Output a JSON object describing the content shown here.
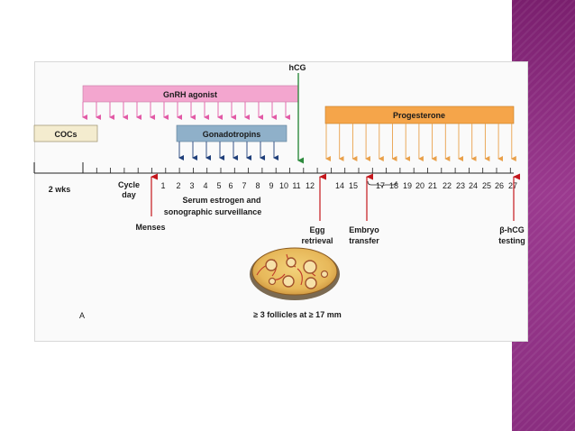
{
  "slide": {
    "accent_color": "#8a2e80"
  },
  "figure": {
    "bars": {
      "gnrh": "GnRH agonist",
      "cocs": "COCs",
      "gonadotropins": "Gonadotropins",
      "progesterone": "Progesterone"
    },
    "hcg_label": "hCG",
    "cocs_duration": "2 wks",
    "cycle_day_label": [
      "Cycle",
      "day"
    ],
    "days": [
      "1",
      "2",
      "3",
      "4",
      "5",
      "6",
      "7",
      "8",
      "9",
      "10",
      "11",
      "12",
      "14",
      "15",
      "17",
      "18",
      "19",
      "20",
      "21",
      "22",
      "23",
      "24",
      "25",
      "26",
      "27"
    ],
    "annotations": {
      "menses": "Menses",
      "surveillance": [
        "Serum estrogen and",
        "sonographic surveillance"
      ],
      "egg_retrieval": [
        "Egg",
        "retrieval"
      ],
      "embryo_transfer": [
        "Embryo",
        "transfer"
      ],
      "bhcg_testing": [
        "β-hCG",
        "testing"
      ],
      "follicles": "≥ 3 follicles at ≥ 17 mm",
      "panel_letter": "A"
    },
    "colors": {
      "gnrh_fill": "#f3a6cf",
      "gnrh_arrow": "#e25aa6",
      "cocs_fill": "#f4eccf",
      "gonadotropins_fill": "#8fb0c9",
      "gonadotropins_arrow": "#1f3f7a",
      "progesterone_fill": "#f5a54a",
      "progesterone_arrow": "#e9a04a",
      "hcg_line": "#2e8b3e",
      "red_arrow": "#c4161c"
    }
  }
}
